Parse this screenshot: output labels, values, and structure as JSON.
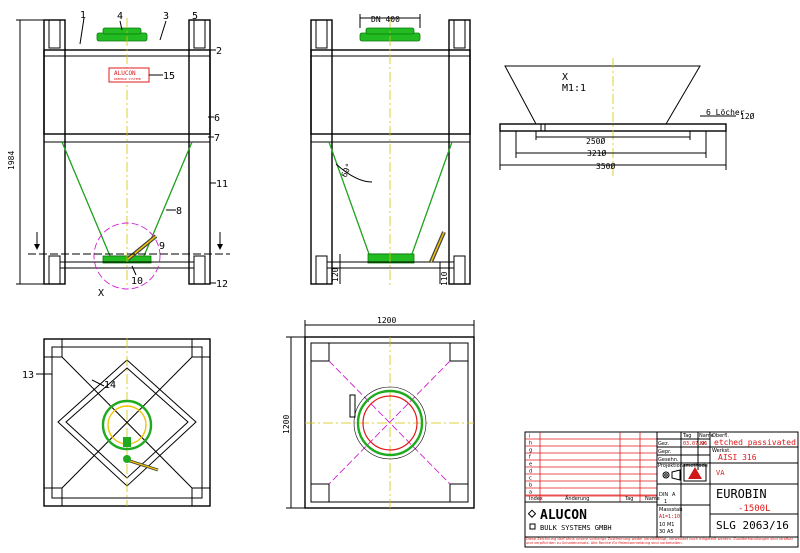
{
  "callouts": {
    "c1": "1",
    "c2": "2",
    "c3": "3",
    "c4": "4",
    "c5": "5",
    "c6": "6",
    "c7": "7",
    "c8": "8",
    "c9": "9",
    "c10": "10",
    "c11": "11",
    "c12": "12",
    "c13": "13",
    "c14": "14",
    "c15": "15"
  },
  "dimensions": {
    "height": "1984",
    "dn": "DN 400",
    "angle": "60°",
    "leg_left": "120",
    "leg_right": "110",
    "width_top": "1200",
    "width_side": "1200",
    "d250": "250Ø",
    "d321": "321Ø",
    "d350": "350Ø",
    "holes": "6 Löcher",
    "hole_d": "12Ø"
  },
  "detail": {
    "label": "X",
    "scale": "M1:1"
  },
  "detail_marker": "X",
  "plate": {
    "brand": "ALUCON",
    "sub": "DREHBAR SYSTEME"
  },
  "title_block": {
    "rev_letters": [
      "i",
      "h",
      "g",
      "f",
      "e",
      "d",
      "c",
      "b",
      "a"
    ],
    "rev_header": {
      "index": "Index",
      "change": "Änderung",
      "date": "Tag",
      "name": "Name"
    },
    "date_header": "Tag",
    "name_header": "Name",
    "rows": [
      {
        "label": "Gez.",
        "date": "03.07.96",
        "name": "KK"
      },
      {
        "label": "Gepr.",
        "date": "",
        "name": ""
      },
      {
        "label": "Gesehn.",
        "date": "",
        "name": ""
      }
    ],
    "oberfl_label": "Oberfl.",
    "oberfl_value": "etched passivated",
    "werk_label": "Werkst.",
    "werk_value": "AISI 316",
    "va_value": "VA",
    "projection_label": "Projektionsmethode",
    "din_label": "DIN",
    "din_value": "A",
    "din_num": "1",
    "massstab_label": "Massstab",
    "massstab_value": "A1=1:10",
    "massstab_a": "10  M1",
    "massstab_b": "30  A5",
    "product_name": "EUROBIN",
    "product_variant": "-1500L",
    "drawing_number": "SLG 2063/16",
    "company_name": "ALUCON",
    "company_sub": "BULK SYSTEMS GMBH",
    "footer_note": "Diese Zeichnung darf ohne unsere vorherige Zustimmung weder vervielfältigt, verwendet noch mitgeteilt werden. Zuwiderhandlungen sind strafbar und verpflichten zu Schadenersatz. Alle Rechte für Patentanmeldung sind vorbehalten."
  }
}
